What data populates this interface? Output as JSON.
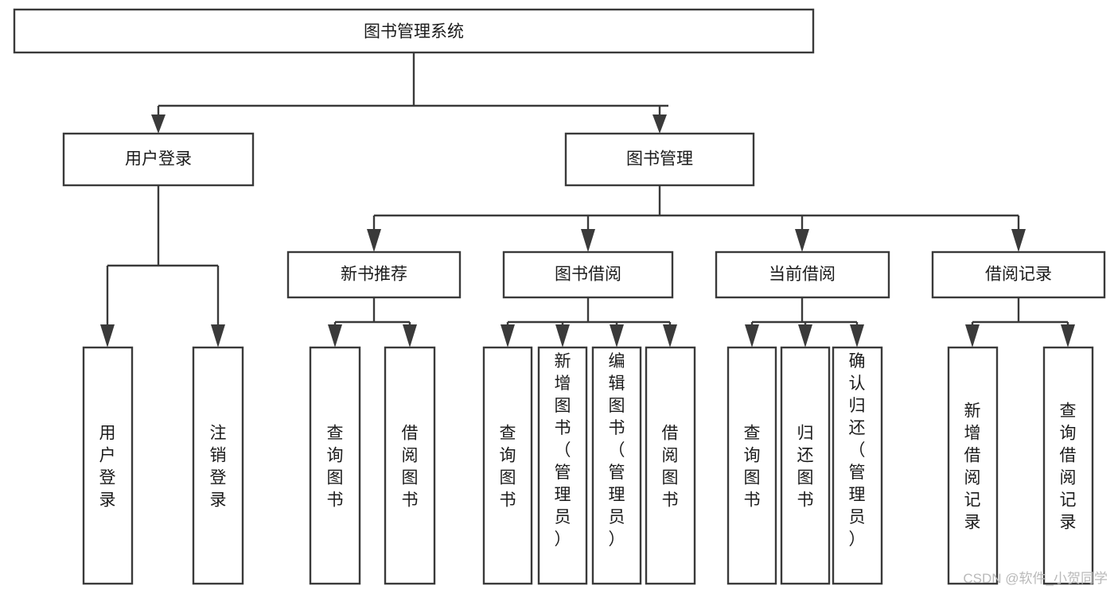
{
  "diagram": {
    "title": "图书管理系统",
    "type": "tree-hierarchy-diagram",
    "colors": {
      "box_stroke": "#3a3a3a",
      "box_fill": "#ffffff",
      "connector": "#3a3a3a",
      "text": "#1b1b1b",
      "watermark": "#b9b9b9",
      "background": "#ffffff"
    },
    "root": {
      "label": "图书管理系统"
    },
    "level2": [
      {
        "label": "用户登录"
      },
      {
        "label": "图书管理"
      }
    ],
    "level3": [
      {
        "label": "新书推荐"
      },
      {
        "label": "图书借阅"
      },
      {
        "label": "当前借阅"
      },
      {
        "label": "借阅记录"
      }
    ],
    "leaves": {
      "user_login": [
        {
          "label": "用户登录"
        },
        {
          "label": "注销登录"
        }
      ],
      "new_book_recommend": [
        {
          "label": "查询图书"
        },
        {
          "label": "借阅图书"
        }
      ],
      "book_borrow": [
        {
          "label": "查询图书"
        },
        {
          "label": "新增图书（管理员）"
        },
        {
          "label": "编辑图书（管理员）"
        },
        {
          "label": "借阅图书"
        }
      ],
      "current_borrow": [
        {
          "label": "查询图书"
        },
        {
          "label": "归还图书"
        },
        {
          "label": "确认归还（管理员）"
        }
      ],
      "borrow_record": [
        {
          "label": "新增借阅记录"
        },
        {
          "label": "查询借阅记录"
        }
      ]
    }
  },
  "watermark": {
    "text": "CSDN @软件_小贺同学"
  }
}
